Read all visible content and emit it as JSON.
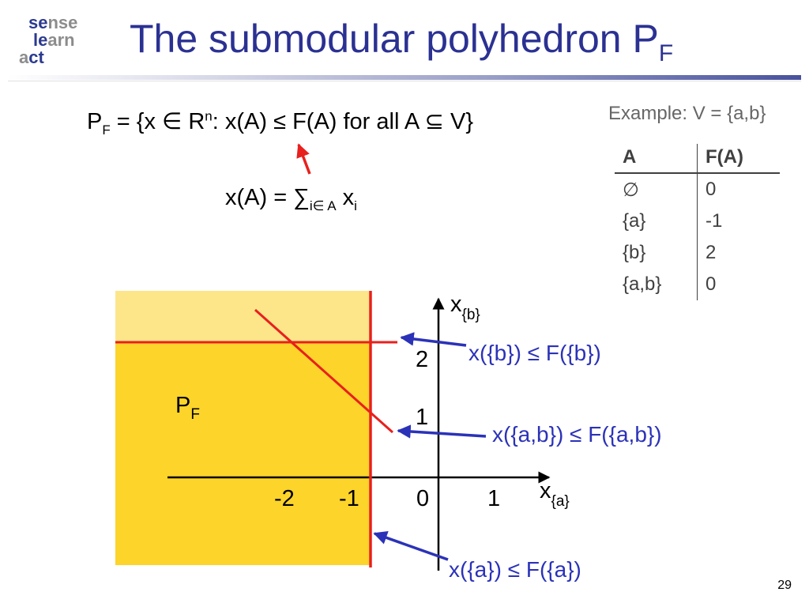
{
  "logo": {
    "line1": "sense",
    "line2": "learn",
    "line3": "act"
  },
  "title": {
    "main": "The submodular polyhedron P",
    "sub": "F"
  },
  "definition": {
    "p": "P",
    "p_sub": "F",
    "eq_open": " = {x ∈ R",
    "sup": "n",
    "rest": ": x(A) ≤ F(A) for all A ⊆ V}"
  },
  "sum_formula": {
    "left": "x(A) = ∑",
    "sub": "i∈ A",
    "x": " x",
    "x_sub": "i"
  },
  "example": "Example: V = {a,b}",
  "table": {
    "headers": [
      "A",
      "F(A)"
    ],
    "rows": [
      [
        "∅",
        "0"
      ],
      [
        "{a}",
        "-1"
      ],
      [
        "{b}",
        "2"
      ],
      [
        "{a,b}",
        "0"
      ]
    ]
  },
  "plot": {
    "x_axis_label": "x",
    "x_axis_sub": "{a}",
    "y_axis_label": "x",
    "y_axis_sub": "{b}",
    "x_ticks": [
      "-2",
      "-1",
      "0",
      "1"
    ],
    "y_ticks": [
      "2",
      "1"
    ],
    "region_label": "P",
    "region_sub": "F",
    "constraints": {
      "b": "x({b}) ≤ F({b})",
      "ab": "x({a,b}) ≤ F({a,b})",
      "a": "x({a}) ≤ F({a})"
    },
    "colors": {
      "region_dark": "#fcd42a",
      "region_light": "#fde68a",
      "constraint": "#e8201e",
      "pointer": "#2b32b8"
    }
  },
  "page_number": "29"
}
